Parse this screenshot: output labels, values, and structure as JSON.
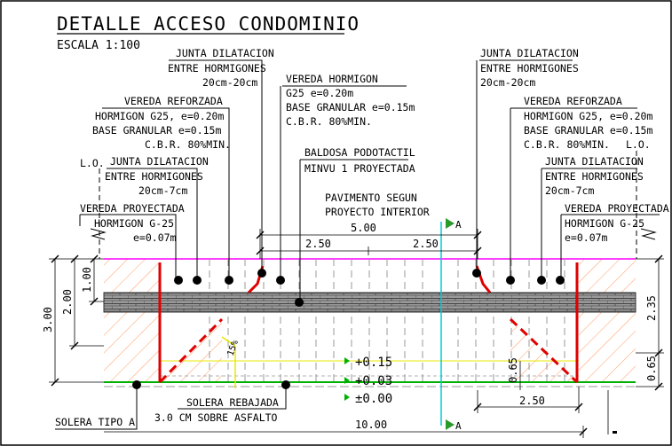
{
  "title": "DETALLE ACCESO CONDOMINIO",
  "scale": "ESCALA 1:100",
  "labels": {
    "jd_left_top": [
      "JUNTA DILATACION",
      "ENTRE HORMIGONES",
      "20cm-20cm"
    ],
    "vh_center": [
      "VEREDA HORMIGON",
      "G25 e=0.20m",
      "BASE GRANULAR e=0.15m",
      "C.B.R. 80%MIN."
    ],
    "jd_right_top": [
      "JUNTA DILATACION",
      "ENTRE HORMIGONES",
      "20cm-20cm"
    ],
    "vr_left": [
      "VEREDA REFORZADA",
      "HORMIGON G25, e=0.20m",
      "BASE GRANULAR e=0.15m",
      "C.B.R. 80%MIN."
    ],
    "vr_right": [
      "VEREDA REFORZADA",
      "HORMIGON G25, e=0.20m",
      "BASE GRANULAR e=0.15m",
      "C.B.R. 80%MIN."
    ],
    "lo_left": "L.O.",
    "lo_right": "L.O.",
    "jd_left_mid": [
      "JUNTA DILATACION",
      "ENTRE HORMIGONES",
      "20cm-7cm"
    ],
    "jd_right_mid": [
      "JUNTA DILATACION",
      "ENTRE HORMIGONES",
      "20cm-7cm"
    ],
    "baldosa": [
      "BALDOSA PODOTACTIL",
      "MINVU 1 PROYECTADA"
    ],
    "pavimento": [
      "PAVIMENTO SEGUN",
      "PROYECTO INTERIOR"
    ],
    "vp_left": [
      "VEREDA PROYECTADA",
      "HORMIGON G-25",
      "e=0.07m"
    ],
    "vp_right": [
      "VEREDA PROYECTADA",
      "HORMIGON G-25",
      "e=0.07m"
    ],
    "solera_rebajada": [
      "SOLERA REBAJADA",
      "3.0 CM SOBRE ASFALTO"
    ],
    "solera_tipo": "SOLERA TIPO A"
  },
  "dims": {
    "total_top": "5.00",
    "half_left": "2.50",
    "half_right": "2.50",
    "bottom_total": "10.00",
    "bottom_right": "2.50",
    "left_100": "1.00",
    "left_200": "2.00",
    "left_300": "3.00",
    "right_235": "2.35",
    "right_065": "0.65",
    "small_065": "0.65",
    "slope": "15%"
  },
  "levels": [
    "+0.15",
    "+0.03",
    "±0.00"
  ],
  "colors": {
    "hatch": "#ff7f3f",
    "red": "#e00000",
    "pink": "#ff00ff",
    "green": "#00b000",
    "yellow": "#e8e800",
    "cyan": "#00c8d8",
    "gray": "#808080"
  }
}
